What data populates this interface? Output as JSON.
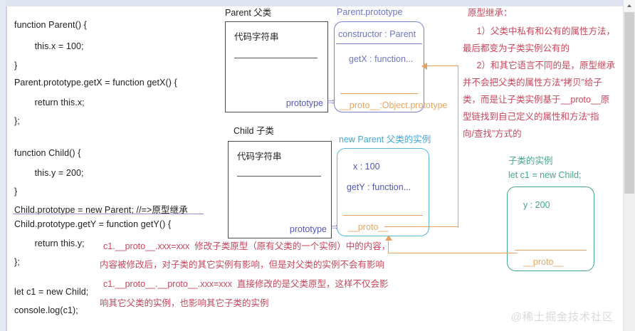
{
  "page": {
    "watermark": "@稀土掘金技术社区"
  },
  "code_panel": {
    "lines": [
      "function Parent() {",
      "        this.x = 100;",
      "}",
      "Parent.prototype.getX = function getX() {",
      "        return this.x;",
      "};",
      "function Child() {",
      "        this.y = 200;",
      "}",
      "Child.prototype = new Parent; //=>原型继承",
      "Child.prototype.getY = function getY() {",
      "        return this.y;",
      "};",
      "let c1 = new Child;",
      "console.log(c1);"
    ]
  },
  "diagram": {
    "parent_class": {
      "title": "Parent 父类",
      "body": "代码字符串",
      "prototype_label": "prototype"
    },
    "child_class": {
      "title": "Child 子类",
      "body": "代码字符串",
      "prototype_label": "prototype"
    },
    "parent_prototype": {
      "title": "Parent.prototype",
      "rows": [
        "constructor : Parent",
        "getX : function..."
      ],
      "proto_row": "__proto__:Object.prototype"
    },
    "parent_instance": {
      "title": "new Parent 父类的实例",
      "rows": [
        "x : 100",
        "getY : function..."
      ],
      "proto_row": "__proto__"
    },
    "child_instance": {
      "title_line1": "子类的实例",
      "title_line2": "let c1 = new Child;",
      "rows": [
        "y : 200"
      ],
      "proto_row": "__proto__"
    }
  },
  "notes": {
    "right_block": {
      "heading": "原型继承：",
      "lines": [
        "　1）父类中私有和公有的属性方法，",
        "最后都变为子类实例公有的",
        "　2）和其它语言不同的是，原型继承",
        "并不会把父类的属性方法“拷贝”给子",
        "类，而是让子类实例基于__proto__原",
        "型链找到自己定义的属性和方法“指",
        "向/查找”方式的"
      ]
    },
    "bottom_block": {
      "lines": [
        "c1.__proto__.xxx=xxx  修改子类原型（原有父类的一个实例）中的内容，",
        "内容被修改后，对子类的其它实例有影响，但是对父类的实例不会有影响",
        "c1.__proto__.__proto__.xxx=xxx  直接修改的是父类原型，这样不仅会影",
        "响其它父类的实例，也影响其它子类的实例"
      ]
    }
  },
  "colors": {
    "purple": "#6f76c4",
    "orange": "#e8a163",
    "blue": "#3fa9dc",
    "green": "#46a887",
    "red": "#c8455b",
    "dark": "#4a4a4a"
  }
}
